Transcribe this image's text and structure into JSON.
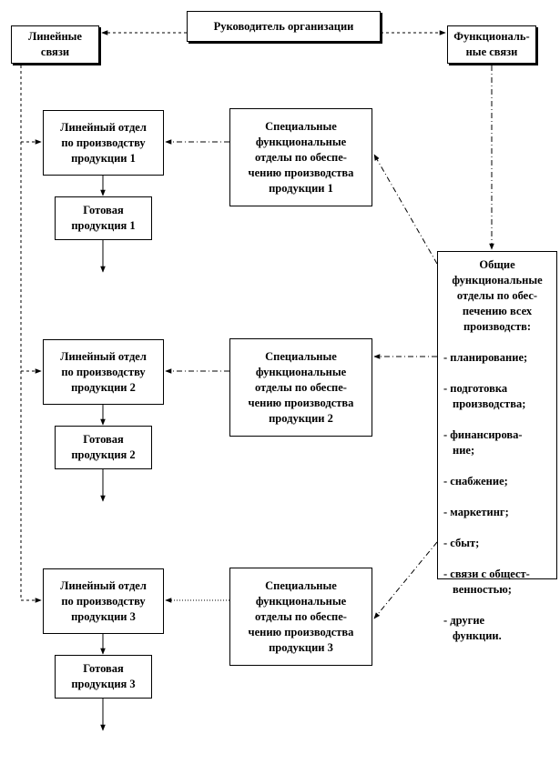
{
  "boxes": {
    "head": "Руководитель организации",
    "linear_links": "Линейные\nсвязи",
    "functional_links": "Функциональ-\nные связи",
    "line_dept_1": "Линейный отдел\nпо производству\nпродукции 1",
    "line_dept_2": "Линейный отдел\nпо производству\nпродукции 2",
    "line_dept_3": "Линейный отдел\nпо производству\nпродукции 3",
    "finished_1": "Готовая\nпродукция 1",
    "finished_2": "Готовая\nпродукция 2",
    "finished_3": "Готовая\nпродукция 3",
    "special_1": "Специальные\nфункциональные\nотделы по обеспе-\nчению производства\nпродукции 1",
    "special_2": "Специальные\nфункциональные\nотделы по обеспе-\nчению производства\nпродукции 2",
    "special_3": "Специальные\nфункциональные\nотделы по обеспе-\nчению производства\nпродукции 3"
  },
  "general_dept": {
    "heading": "Общие\nфункциональные\nотделы по обес-\nпечению всех\nпроизводств:",
    "items": [
      "- планирование;",
      "- подготовка\nпроизводства;",
      "- финансирова-\nние;",
      "- снабжение;",
      "- маркетинг;",
      "- сбыт;",
      "- связи с общест-\nвенностью;",
      "- другие\nфункции."
    ]
  }
}
